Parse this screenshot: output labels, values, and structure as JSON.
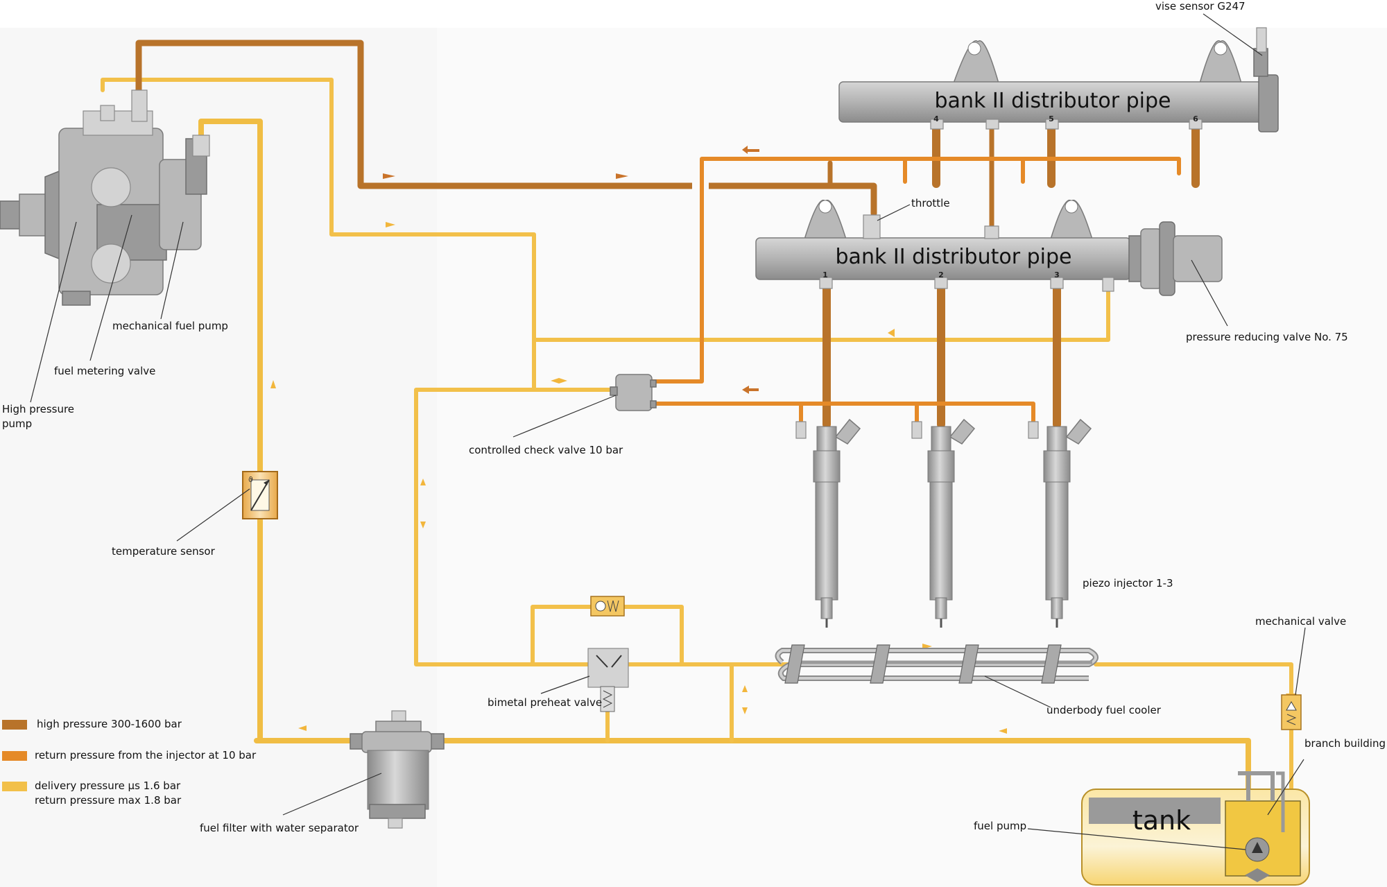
{
  "labels": {
    "bank_upper": "bank II distributor pipe",
    "bank_lower": "bank II distributor pipe",
    "vise_sensor": "vise sensor G247",
    "throttle": "throttle",
    "pressure_reducing_valve": "pressure reducing valve No. 75",
    "mechanical_fuel_pump": "mechanical fuel pump",
    "fuel_metering_valve": "fuel metering valve",
    "high_pressure_pump_line1": "High pressure",
    "high_pressure_pump_line2": "pump",
    "controlled_check_valve": "controlled check valve 10 bar",
    "temperature_sensor": "temperature sensor",
    "piezo_injector": "piezo injector 1-3",
    "mechanical_valve": "mechanical valve",
    "bimetal_preheat_valve": "bimetal preheat valve",
    "underbody_fuel_cooler": "underbody fuel cooler",
    "branch_building": "branch building",
    "fuel_pump": "fuel pump",
    "fuel_filter": "fuel filter with water separator",
    "tank": "tank"
  },
  "injector_numbers": [
    "1",
    "2",
    "3",
    "4",
    "5",
    "6"
  ],
  "legend": [
    {
      "text": "high pressure 300-1600 bar",
      "color": "#b8732a"
    },
    {
      "text": "return pressure from the injector at 10 bar",
      "color": "#e58a28"
    },
    {
      "text": "delivery pressure µs 1.6 bar",
      "text2": "return pressure max 1.8 bar",
      "color": "#f2c04a"
    }
  ],
  "colors": {
    "high_pressure": "#b8732a",
    "return_injector": "#e58a28",
    "delivery": "#f2c04a"
  }
}
